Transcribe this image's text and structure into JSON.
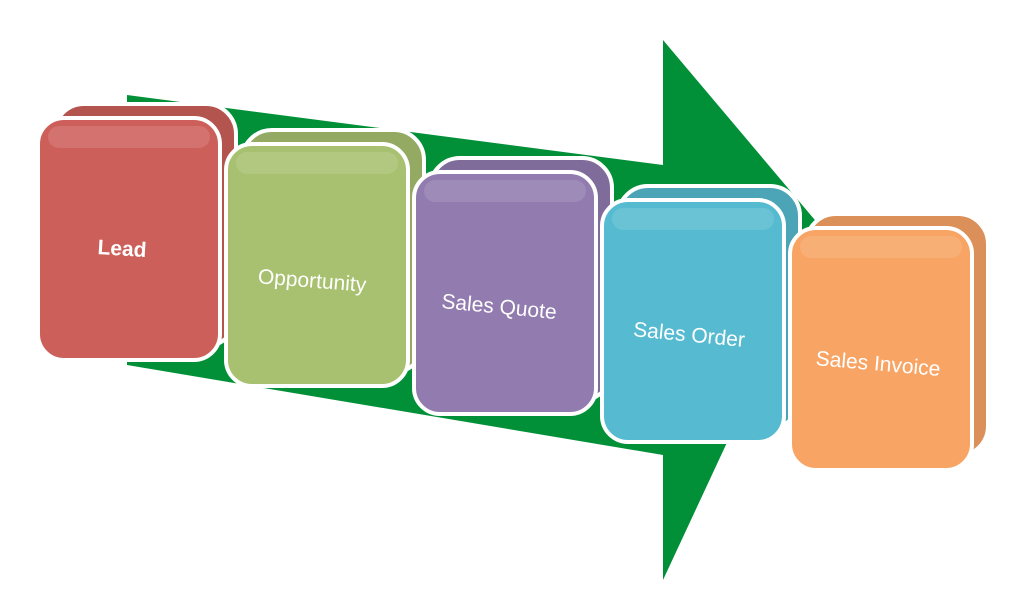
{
  "process": {
    "stages": [
      {
        "id": "lead",
        "label": "Lead",
        "color": "#CD5F5A",
        "bold": true
      },
      {
        "id": "opportunity",
        "label": "Opportunity",
        "color": "#A8C170",
        "bold": false
      },
      {
        "id": "sales-quote",
        "label": "Sales Quote",
        "color": "#917BAF",
        "bold": false
      },
      {
        "id": "sales-order",
        "label": "Sales Order",
        "color": "#56BBD0",
        "bold": false
      },
      {
        "id": "sales-invoice",
        "label": "Sales Invoice",
        "color": "#F8A464",
        "bold": false
      }
    ],
    "arrow_color": "#019038"
  }
}
